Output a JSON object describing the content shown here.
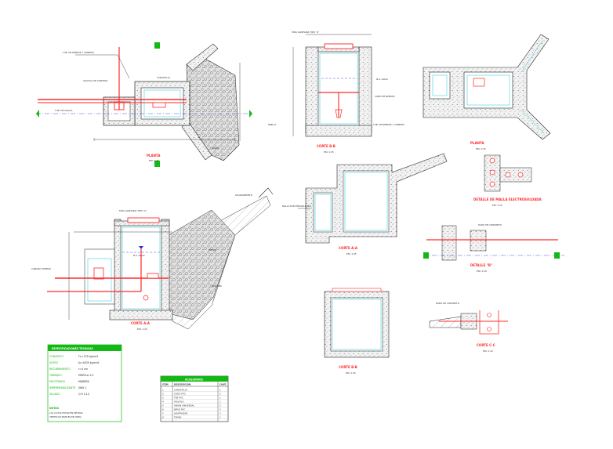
{
  "titles": {
    "planta_main": "PLANTA",
    "corte_aa": "CORTE A-A",
    "corte_bb": "CORTE B-B",
    "corte_aa2": "CORTE A-A",
    "corte_bb2": "CORTE B-B",
    "planta2": "PLANTA",
    "detalle_b": "DETALLE \"B\"",
    "detalle_c": "CORTE C-C",
    "detalle_a": "DETALLE DE MALLA ELECTROSOLDADA"
  },
  "scales": {
    "planta_main": "ESC 1:25",
    "corte_aa": "ESC 1:25",
    "corte_bb": "ESC 1:25",
    "corte_aa2": "ESC 1:25",
    "corte_bb2": "ESC 1:25",
    "planta2": "ESC 1:25",
    "detalle_b": "ESC 1:10",
    "detalle_c": "ESC 1:10",
    "detalle_a": "ESC 1:10"
  },
  "section_markers": {
    "a": "A",
    "b": "B"
  },
  "labels": {
    "tapa_sanitaria": "TAPA SANITARIA TIPO \"A\"",
    "nivel_agua": "N.A. AGUA",
    "grava": "GRAVA",
    "piedra": "PIEDRA",
    "relleno": "RELLENO",
    "canastilla": "CANASTILLA",
    "tuberia_salida": "TUB. DE SALIDA",
    "tuberia_rebose": "TUB. DE REBOSE Y LIMPIEZA",
    "cono_rebose": "CONO DE REBOSE",
    "afloramiento": "AFLORAMIENTO",
    "camara_humeda": "CAMARA HUMEDA",
    "valvula": "VALVULA DE CONTROL",
    "dado_concreto": "DADO DE CONCRETO",
    "malla": "MALLA ELECTROSOLDADA",
    "rejilla": "REJILLA"
  },
  "tables": {
    "specs": {
      "title": "ESPECIFICACIONES TECNICAS",
      "rows": [
        {
          "k": "CONCRETO",
          "v": "f'c=175 kg/cm2"
        },
        {
          "k": "ACERO",
          "v": "fy=4200 kg/cm2"
        },
        {
          "k": "RECUBRIMIENTO",
          "v": "r=4 cm"
        },
        {
          "k": "TARRAJEO",
          "v": "MEZCLA 1:3"
        },
        {
          "k": "ENCOFRADO",
          "v": "MADERA"
        },
        {
          "k": "IMPERMEABILIZANTE",
          "v": "SIKA 1"
        },
        {
          "k": "SOLADO",
          "v": "C:H 1:12"
        }
      ],
      "notes_title": "NOTAS",
      "notes": [
        "LAS COTAS ESTAN EN METROS",
        "VERIFICAR NIVELES EN OBRA"
      ]
    },
    "accesorios": {
      "title": "ACCESORIOS",
      "headers": [
        "ITEM",
        "DESCRIPCION",
        "CANT."
      ],
      "rows": [
        [
          "1",
          "CANASTILLA",
          "1"
        ],
        [
          "2",
          "CODO PVC",
          "2"
        ],
        [
          "3",
          "TEE PVC",
          "1"
        ],
        [
          "4",
          "VALVULA",
          "1"
        ],
        [
          "5",
          "UNION UNIVERSAL",
          "2"
        ],
        [
          "6",
          "NIPLE PVC",
          "3"
        ],
        [
          "7",
          "ADAPTADOR",
          "2"
        ],
        [
          "8",
          "TAPON",
          "1"
        ]
      ]
    }
  },
  "colors": {
    "red": "#ff2a2a",
    "cyan": "#18c8d8",
    "green": "#14b814",
    "blue": "#2030d0",
    "concrete": "#d8d8d8",
    "black": "#111111"
  }
}
